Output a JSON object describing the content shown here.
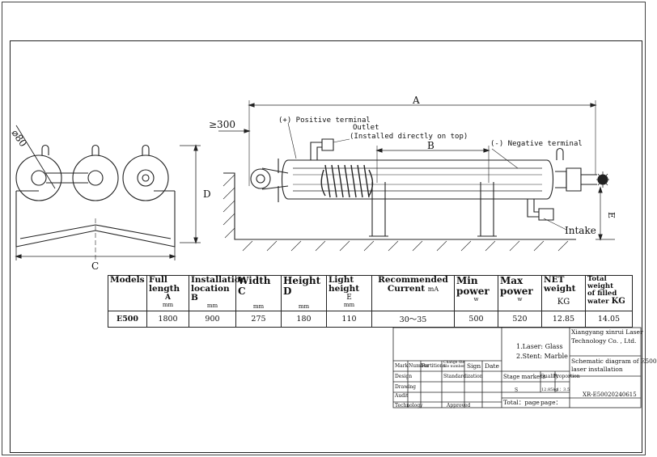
{
  "drawing": {
    "left_view": {
      "dimension_diameter": "⌀80",
      "dimension_height": "D",
      "dimension_width": "C"
    },
    "main_view": {
      "dimension_length": "A",
      "dimension_installation": "B",
      "dimension_clearance": "≥300",
      "dimension_end": "E",
      "positive_terminal": "(+) Positive terminal",
      "outlet_line1": "Outlet",
      "outlet_line2": "(Installed directly on top)",
      "negative_terminal": "(-) Negative terminal",
      "intake": "Intake"
    }
  },
  "spec_table": {
    "headers": [
      {
        "label": "Models",
        "unit": ""
      },
      {
        "label": "Full length",
        "sub": "A",
        "unit": "mm"
      },
      {
        "label": "Installation",
        "sub": "location B",
        "unit": "mm"
      },
      {
        "label": "Width C",
        "unit": "mm"
      },
      {
        "label": "Height D",
        "unit": "mm"
      },
      {
        "label": "Light height",
        "sub": "E",
        "unit": "mm"
      },
      {
        "label": "Recommended",
        "sub": "Current",
        "unit": "mA"
      },
      {
        "label": "Min",
        "sub": "power",
        "unit": "w"
      },
      {
        "label": "Max",
        "sub": "power",
        "unit": "w"
      },
      {
        "label": "NET weight",
        "unit": "KG"
      },
      {
        "label": "Total weight",
        "sub": "of filled",
        "sub2": "water",
        "unit": "KG"
      }
    ],
    "row": [
      "E500",
      "1800",
      "900",
      "275",
      "180",
      "110",
      "30～35",
      "500",
      "520",
      "12.85",
      "14.05"
    ]
  },
  "title_block": {
    "company_line1": "Xiangyang xinrui Laser",
    "company_line2": "Technology Co. , Ltd.",
    "material_line1": "1.Laser: Glass",
    "material_line2": "2.Stent: Marble",
    "drawing_title_line1": "Schematic diagram of E500",
    "drawing_title_line2": "laser installation",
    "mark": "Mark",
    "number": "Number",
    "partitions": "Partitions",
    "change_file_line1": "Change the",
    "change_file_line2": "file number",
    "sign": "Sign",
    "date": "Date",
    "design": "Design",
    "standardization": "Standardization",
    "stage_markers": "Stage markers",
    "quality": "Quality",
    "proportion": "Proportion",
    "drawing": "Drawing",
    "audit": "Audit",
    "technology": "Technology",
    "approved": "Approved",
    "quality_value": "12.85kg",
    "proportion_value": "1：3.5",
    "stage_value": "S",
    "total_page": "Total：page",
    "page": "page：",
    "drawing_number": "XR-E50020240615"
  }
}
